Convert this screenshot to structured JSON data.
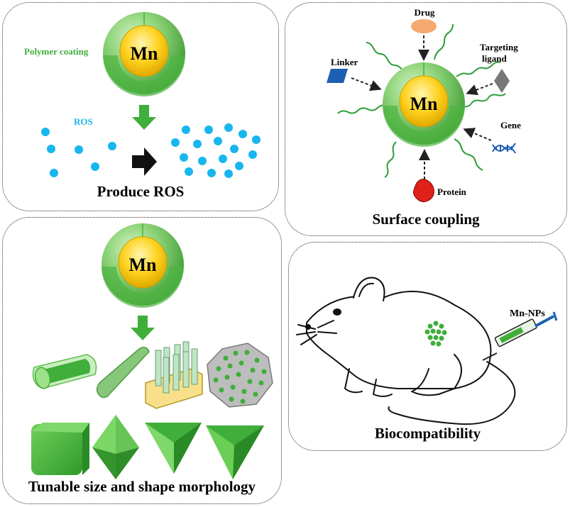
{
  "panels": {
    "ros": {
      "caption": "Produce ROS",
      "polymer_label": "Polymer coating",
      "ros_label": "ROS",
      "core_label": "Mn"
    },
    "surface": {
      "caption": "Surface coupling",
      "core_label": "Mn",
      "drug": "Drug",
      "linker": "Linker",
      "targeting": "Targeting",
      "ligand": "ligand",
      "gene": "Gene",
      "protein": "Protein"
    },
    "shape": {
      "caption": "Tunable size and shape morphology",
      "core_label": "Mn"
    },
    "bio": {
      "caption": "Biocompatibility",
      "np_label": "Mn-NPs"
    }
  },
  "colors": {
    "ros_blue": "#18b6ee",
    "green": "#3fae3a",
    "core_yellow": "#ffd21f",
    "shell_green": "#7fcf6e",
    "drug_orange": "#f5a96f",
    "linker_blue": "#1e5fb3",
    "protein_red": "#e0201b"
  }
}
